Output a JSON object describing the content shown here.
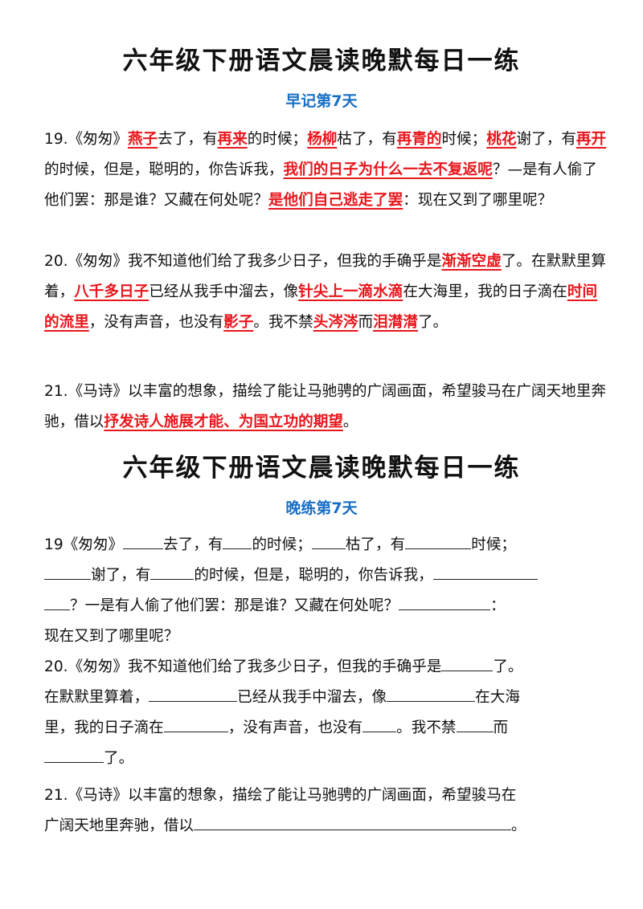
{
  "colors": {
    "answer": "#e8171d",
    "subtitle": "#1a6fc4",
    "text": "#111111"
  },
  "morning": {
    "title": "六年级下册语文晨读晚默每日一练",
    "subtitle": "早记第7天",
    "p19": {
      "t1": "19.《匆匆》",
      "a1": "燕子",
      "t2": "去了，有",
      "a2": "再来",
      "t3": "的时候；",
      "a3": "杨柳",
      "t4": "枯了，有",
      "a4": "再青的",
      "t5": "时候；",
      "a5": "桃花",
      "t6": "谢了，有",
      "a6": "再开",
      "t7": "的时候，但是，聪明的，你告诉我，",
      "a7": "我们的日子为什么一去不复返呢",
      "t8": "？—是有人偷了他们罢：那是谁？又藏在何处呢？",
      "a8": "是他们自己逃走了罢",
      "t9": "：现在又到了哪里呢？"
    },
    "p20": {
      "t1": "20.《匆匆》我不知道他们给了我多少日子，但我的手确乎是",
      "a1": "渐渐空虚",
      "t2": "了。在默默里算着，",
      "a2": "八千多日子",
      "t3": "已经从我手中溜去，像",
      "a3": "针尖上一滴水滴",
      "t4": "在大海里，我的日子滴在",
      "a4": "时间的流里",
      "t5": "，没有声音，也没有",
      "a5": "影子",
      "t6": "。我不禁",
      "a6": "头涔涔",
      "t7": "而",
      "a7": "泪潸潸",
      "t8": "了。"
    },
    "p21": {
      "t1": "21.《马诗》以丰富的想象，描绘了能让马驰骋的广阔画面，希望骏马在广阔天地里奔驰，借以",
      "a1": "抒发诗人施展才能、为国立功的期望",
      "t2": "。"
    }
  },
  "evening": {
    "title": "六年级下册语文晨读晚默每日一练",
    "subtitle": "晚练第7天",
    "p19": {
      "t1": "19《匆匆》",
      "t2": "去了，有",
      "t3": "的时候；",
      "t4": "枯了，有",
      "t5": "时候；",
      "t6": "谢了，有",
      "t7": "的时候，但是，聪明的，你告诉我，",
      "t8": "？一是有人偷了他们罢：那是谁？又藏在何处呢？",
      "t9": "：",
      "t10": "现在又到了哪里呢？"
    },
    "p20": {
      "t1": "20.《匆匆》我不知道他们给了我多少日子，但我的手确乎是",
      "t2": "了。",
      "t3": "在默默里算着，",
      "t4": "已经从我手中溜去，像",
      "t5": "在大海",
      "t6": "里，我的日子滴在",
      "t7": "，没有声音，也没有",
      "t8": "。我不禁",
      "t9": "而",
      "t10": "了。"
    },
    "p21": {
      "t1": "21.《马诗》以丰富的想象，描绘了能让马驰骋的广阔画面，希望骏马在",
      "t2": "广阔天地里奔驰，借以",
      "t3": "。"
    }
  }
}
